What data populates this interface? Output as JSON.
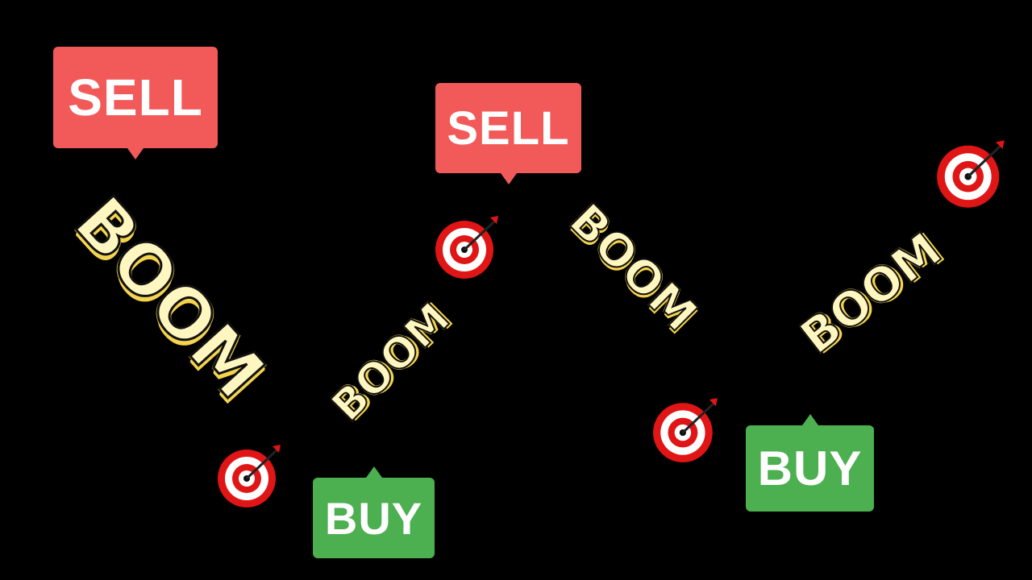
{
  "labels": {
    "sell": "SELL",
    "buy": "BUY",
    "boom": "BOOM"
  },
  "icons": {
    "target": "dartboard-target-icon"
  },
  "colors": {
    "background": "#000000",
    "sell": "#f25a5a",
    "buy": "#4caf50",
    "boom_text": "#fff7bf",
    "boom_outline": "#f4d44f",
    "target_red": "#e01515"
  }
}
